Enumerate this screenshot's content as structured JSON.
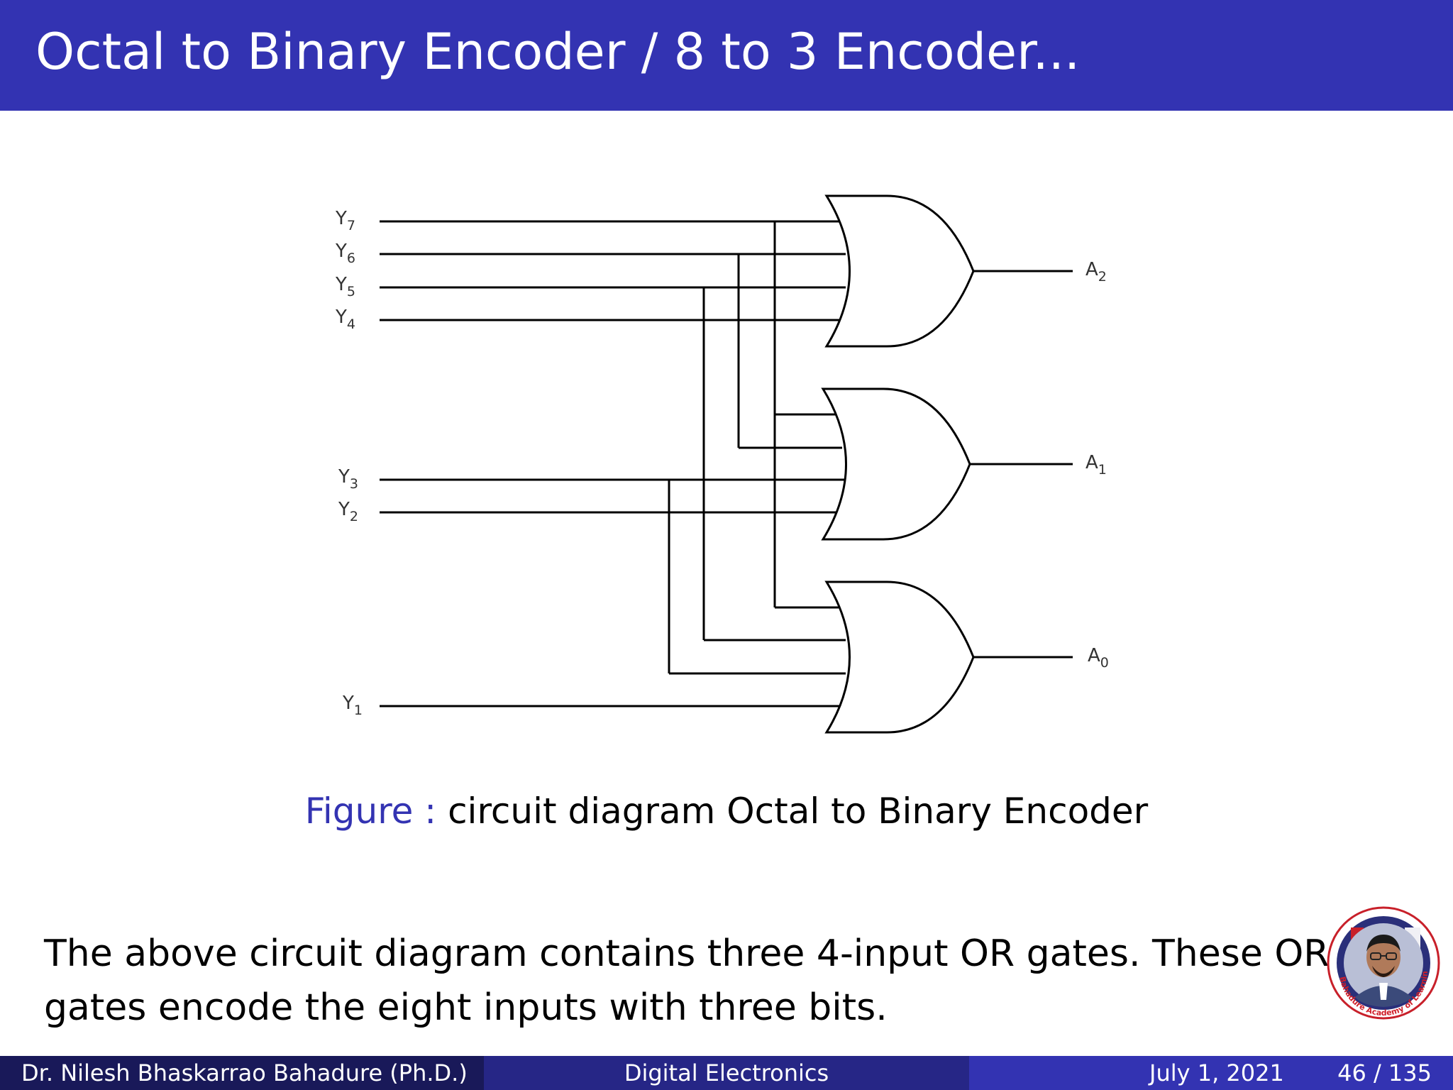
{
  "slide": {
    "title": "Octal to Binary Encoder / 8 to 3 Encoder...",
    "caption_label": "Figure :",
    "caption_text": "circuit diagram Octal to Binary Encoder",
    "body_line1": "The above circuit diagram contains three 4-input OR gates.  These OR",
    "body_line2": "gates encode the eight inputs with three bits."
  },
  "diagram": {
    "inputs": {
      "y7": {
        "base": "Y",
        "sub": "7"
      },
      "y6": {
        "base": "Y",
        "sub": "6"
      },
      "y5": {
        "base": "Y",
        "sub": "5"
      },
      "y4": {
        "base": "Y",
        "sub": "4"
      },
      "y3": {
        "base": "Y",
        "sub": "3"
      },
      "y2": {
        "base": "Y",
        "sub": "2"
      },
      "y1": {
        "base": "Y",
        "sub": "1"
      }
    },
    "outputs": {
      "a2": {
        "base": "A",
        "sub": "2"
      },
      "a1": {
        "base": "A",
        "sub": "1"
      },
      "a0": {
        "base": "A",
        "sub": "0"
      }
    },
    "gate_type": "OR"
  },
  "footer": {
    "author": "Dr. Nilesh Bhaskarrao Bahadure (Ph.D.)",
    "subject": "Digital Electronics",
    "date": "July 1, 2021",
    "page": "46 / 135"
  },
  "logo": {
    "ring_text": "Bahadure Academy of Learning"
  },
  "colors": {
    "title_bar": "#3333b2",
    "footer_dark": "#191959",
    "footer_mid": "#262686",
    "footer_light": "#3333b2",
    "caption_label": "#3333b2",
    "logo_ring": "#e0202a"
  }
}
